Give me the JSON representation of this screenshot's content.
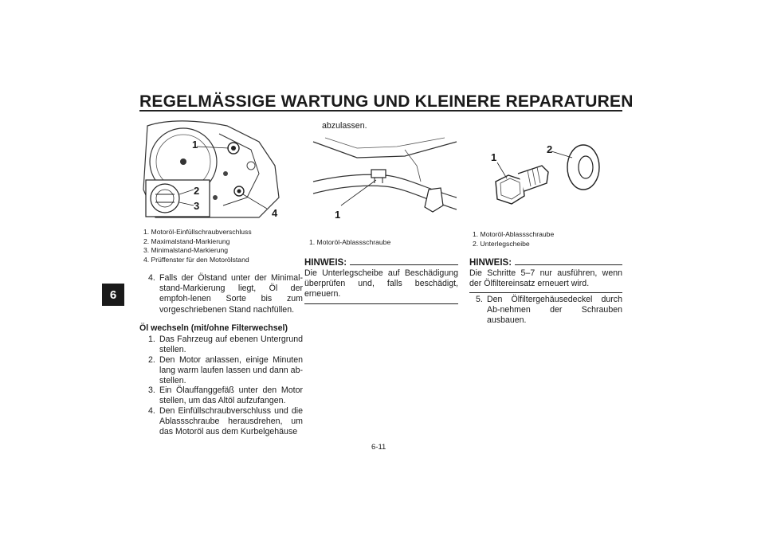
{
  "header": {
    "title": "REGELMÄSSIGE WARTUNG UND KLEINERE REPARATUREN"
  },
  "side_tab": "6",
  "page_number": "6-11",
  "col1": {
    "figure_labels": [
      "1",
      "2",
      "3",
      "4"
    ],
    "captions": [
      "1. Motoröl-Einfüllschraubverschluss",
      "2. Maximalstand-Markierung",
      "3. Minimalstand-Markierung",
      "4. Prüffenster für den Motorölstand"
    ],
    "step4": {
      "num": "4.",
      "text": "Falls der Ölstand unter der Minimal-stand-Markierung liegt, Öl der empfoh-lenen Sorte bis zum vorgeschriebenen Stand nachfüllen."
    },
    "section_heading": "Öl wechseln (mit/ohne Filterwechsel)",
    "steps": [
      {
        "num": "1.",
        "text": "Das Fahrzeug auf ebenen Untergrund stellen."
      },
      {
        "num": "2.",
        "text": "Den Motor anlassen, einige Minuten lang warm laufen lassen und dann ab-stellen."
      },
      {
        "num": "3.",
        "text": "Ein Ölauffanggefäß unter den Motor stellen, um das Altöl aufzufangen."
      },
      {
        "num": "4.",
        "text": "Den Einfüllschraubverschluss und die Ablassschraube herausdrehen, um das Motoröl aus dem Kurbelgehäuse"
      }
    ]
  },
  "col2": {
    "continuation": "abzulassen.",
    "figure_labels": [
      "1"
    ],
    "captions": [
      "1. Motoröl-Ablassschraube"
    ],
    "hinweis": {
      "label": "HINWEIS:",
      "text": "Die Unterlegscheibe auf Beschädigung überprüfen und, falls beschädigt, erneuern."
    }
  },
  "col3": {
    "figure_labels": [
      "1",
      "2"
    ],
    "captions": [
      "1. Motoröl-Ablassschraube",
      "2. Unterlegscheibe"
    ],
    "hinweis": {
      "label": "HINWEIS:",
      "text": "Die Schritte 5–7 nur ausführen, wenn der Ölfiltereinsatz erneuert wird."
    },
    "step5": {
      "num": "5.",
      "text": "Den Ölfiltergehäusedeckel durch Ab-nehmen der Schrauben ausbauen."
    }
  }
}
